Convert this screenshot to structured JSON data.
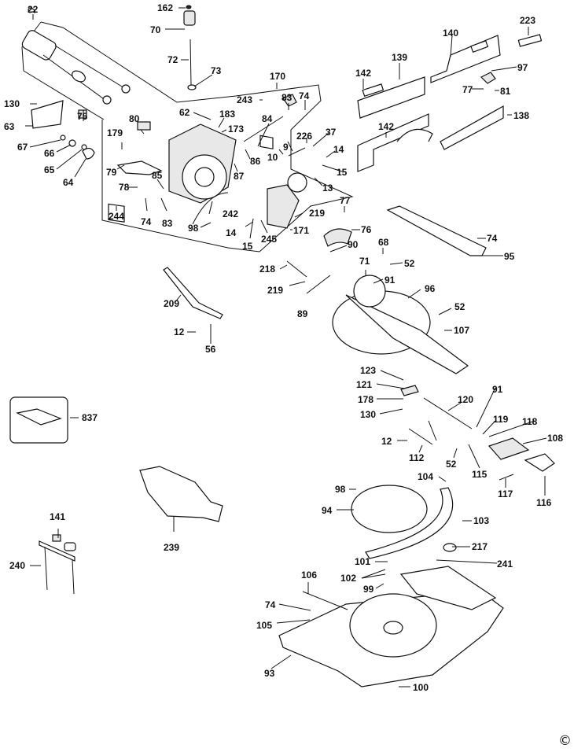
{
  "diagram": {
    "type": "exploded parts diagram",
    "subject": "miter saw",
    "copyright_symbol": "©",
    "callouts": [
      {
        "id": "c22",
        "label": "22"
      },
      {
        "id": "c162",
        "label": "162"
      },
      {
        "id": "c70",
        "label": "70"
      },
      {
        "id": "c72",
        "label": "72"
      },
      {
        "id": "c73",
        "label": "73"
      },
      {
        "id": "c170",
        "label": "170"
      },
      {
        "id": "c243",
        "label": "243"
      },
      {
        "id": "c83a",
        "label": "83"
      },
      {
        "id": "c74a",
        "label": "74"
      },
      {
        "id": "c62",
        "label": "62"
      },
      {
        "id": "c183",
        "label": "183"
      },
      {
        "id": "c173",
        "label": "173"
      },
      {
        "id": "c84",
        "label": "84"
      },
      {
        "id": "c86",
        "label": "86"
      },
      {
        "id": "c87",
        "label": "87"
      },
      {
        "id": "c80",
        "label": "80"
      },
      {
        "id": "c179",
        "label": "179"
      },
      {
        "id": "c79",
        "label": "79"
      },
      {
        "id": "c85",
        "label": "85"
      },
      {
        "id": "c78",
        "label": "78"
      },
      {
        "id": "c244",
        "label": "244"
      },
      {
        "id": "c74b",
        "label": "74"
      },
      {
        "id": "c83b",
        "label": "83"
      },
      {
        "id": "c98a",
        "label": "98"
      },
      {
        "id": "c242",
        "label": "242"
      },
      {
        "id": "c14a",
        "label": "14"
      },
      {
        "id": "c15a",
        "label": "15"
      },
      {
        "id": "c245",
        "label": "245"
      },
      {
        "id": "c171",
        "label": "171"
      },
      {
        "id": "c219a",
        "label": "219"
      },
      {
        "id": "c10",
        "label": "10"
      },
      {
        "id": "c9",
        "label": "9"
      },
      {
        "id": "c226",
        "label": "226"
      },
      {
        "id": "c37",
        "label": "37"
      },
      {
        "id": "c14b",
        "label": "14"
      },
      {
        "id": "c15b",
        "label": "15"
      },
      {
        "id": "c13",
        "label": "13"
      },
      {
        "id": "c130a",
        "label": "130"
      },
      {
        "id": "c63",
        "label": "63"
      },
      {
        "id": "c75",
        "label": "75"
      },
      {
        "id": "c67",
        "label": "67"
      },
      {
        "id": "c66",
        "label": "66"
      },
      {
        "id": "c65",
        "label": "65"
      },
      {
        "id": "c64",
        "label": "64"
      },
      {
        "id": "c223",
        "label": "223"
      },
      {
        "id": "c140",
        "label": "140"
      },
      {
        "id": "c139",
        "label": "139"
      },
      {
        "id": "c142a",
        "label": "142"
      },
      {
        "id": "c97",
        "label": "97"
      },
      {
        "id": "c77a",
        "label": "77"
      },
      {
        "id": "c81",
        "label": "81"
      },
      {
        "id": "c138",
        "label": "138"
      },
      {
        "id": "c142b",
        "label": "142"
      },
      {
        "id": "c77b",
        "label": "77"
      },
      {
        "id": "c76",
        "label": "76"
      },
      {
        "id": "c90",
        "label": "90"
      },
      {
        "id": "c68",
        "label": "68"
      },
      {
        "id": "c52a",
        "label": "52"
      },
      {
        "id": "c71",
        "label": "71"
      },
      {
        "id": "c91a",
        "label": "91"
      },
      {
        "id": "c74c",
        "label": "74"
      },
      {
        "id": "c95",
        "label": "95"
      },
      {
        "id": "c218",
        "label": "218"
      },
      {
        "id": "c219b",
        "label": "219"
      },
      {
        "id": "c89",
        "label": "89"
      },
      {
        "id": "c96",
        "label": "96"
      },
      {
        "id": "c52b",
        "label": "52"
      },
      {
        "id": "c107",
        "label": "107"
      },
      {
        "id": "c209",
        "label": "209"
      },
      {
        "id": "c12a",
        "label": "12"
      },
      {
        "id": "c56",
        "label": "56"
      },
      {
        "id": "c123",
        "label": "123"
      },
      {
        "id": "c121",
        "label": "121"
      },
      {
        "id": "c178",
        "label": "178"
      },
      {
        "id": "c130b",
        "label": "130"
      },
      {
        "id": "c120",
        "label": "120"
      },
      {
        "id": "c91b",
        "label": "91"
      },
      {
        "id": "c119",
        "label": "119"
      },
      {
        "id": "c118",
        "label": "118"
      },
      {
        "id": "c108",
        "label": "108"
      },
      {
        "id": "c12b",
        "label": "12"
      },
      {
        "id": "c112",
        "label": "112"
      },
      {
        "id": "c52c",
        "label": "52"
      },
      {
        "id": "c115",
        "label": "115"
      },
      {
        "id": "c117",
        "label": "117"
      },
      {
        "id": "c116",
        "label": "116"
      },
      {
        "id": "c837",
        "label": "837"
      },
      {
        "id": "c239",
        "label": "239"
      },
      {
        "id": "c141",
        "label": "141"
      },
      {
        "id": "c240",
        "label": "240"
      },
      {
        "id": "c98b",
        "label": "98"
      },
      {
        "id": "c94",
        "label": "94"
      },
      {
        "id": "c104",
        "label": "104"
      },
      {
        "id": "c103",
        "label": "103"
      },
      {
        "id": "c217",
        "label": "217"
      },
      {
        "id": "c101",
        "label": "101"
      },
      {
        "id": "c102",
        "label": "102"
      },
      {
        "id": "c99",
        "label": "99"
      },
      {
        "id": "c241",
        "label": "241"
      },
      {
        "id": "c106",
        "label": "106"
      },
      {
        "id": "c74d",
        "label": "74"
      },
      {
        "id": "c105",
        "label": "105"
      },
      {
        "id": "c93",
        "label": "93"
      },
      {
        "id": "c100",
        "label": "100"
      }
    ]
  }
}
